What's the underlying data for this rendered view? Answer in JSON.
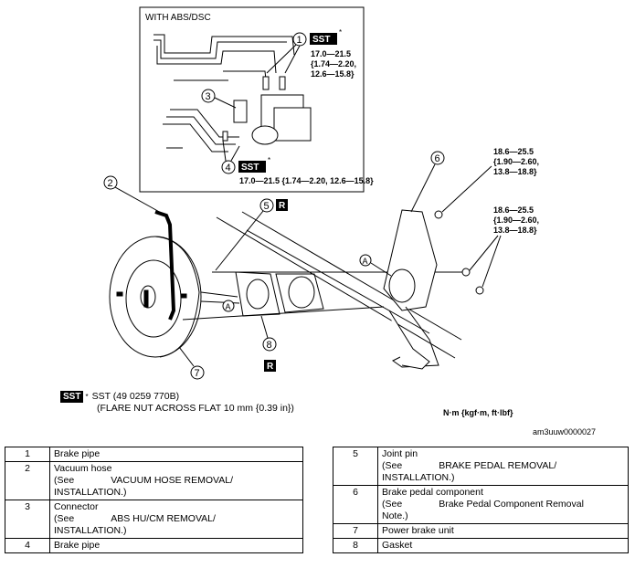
{
  "diagram": {
    "inset_title": "WITH ABS/DSC",
    "sst_label": "SST",
    "torque_inset_1": [
      "17.0—21.5",
      "{1.74—2.20,",
      "12.6—15.8}"
    ],
    "torque_inset_4": "17.0—21.5 {1.74—2.20, 12.6—15.8}",
    "torque_pedal_6": [
      "18.6—25.5",
      "{1.90—2.60,",
      "13.8—18.8}"
    ],
    "torque_pedal_2": [
      "18.6—25.5",
      "{1.90—2.60,",
      "13.8—18.8}"
    ],
    "callouts": [
      "1",
      "2",
      "3",
      "4",
      "5",
      "6",
      "7",
      "8"
    ],
    "point_a": "A",
    "replace_mark": "R",
    "sst_note_line1": "SST (49 0259 770B)",
    "sst_note_line2": "(FLARE NUT ACROSS FLAT 10 mm {0.39 in})",
    "unit_label": "N·m {kgf·m, ft·lbf}",
    "figure_id": "am3uuw0000027"
  },
  "parts_left": [
    {
      "num": "1",
      "name": "Brake pipe",
      "see": "",
      "ref": ""
    },
    {
      "num": "2",
      "name": "Vacuum hose",
      "see": "(See",
      "ref": "VACUUM HOSE REMOVAL/",
      "ref2": "INSTALLATION.)"
    },
    {
      "num": "3",
      "name": "Connector",
      "see": "(See",
      "ref": "ABS HU/CM REMOVAL/",
      "ref2": "INSTALLATION.)"
    },
    {
      "num": "4",
      "name": "Brake pipe",
      "see": "",
      "ref": ""
    }
  ],
  "parts_right": [
    {
      "num": "5",
      "name": "Joint pin",
      "see": "(See",
      "ref": "BRAKE PEDAL REMOVAL/",
      "ref2": "INSTALLATION.)"
    },
    {
      "num": "6",
      "name": "Brake pedal component",
      "see": "(See",
      "ref": "Brake Pedal Component Removal",
      "ref2": "Note.)"
    },
    {
      "num": "7",
      "name": "Power brake unit",
      "see": "",
      "ref": ""
    },
    {
      "num": "8",
      "name": "Gasket",
      "see": "",
      "ref": ""
    }
  ]
}
